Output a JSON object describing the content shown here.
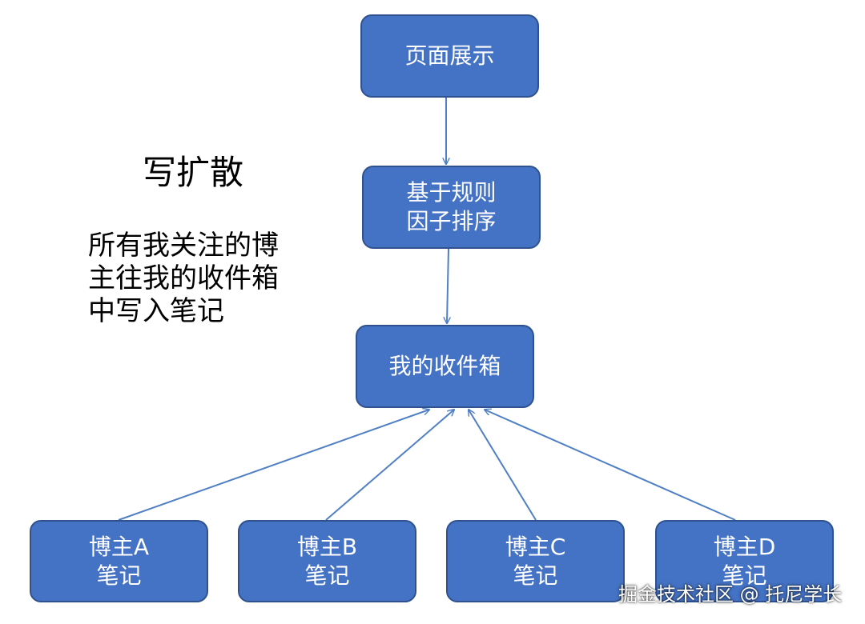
{
  "colors": {
    "node_fill": "#4472c4",
    "node_border": "#2f528f",
    "node_text": "#ffffff",
    "edge": "#4f7fc4"
  },
  "heading": "写扩散",
  "description": [
    "所有我关注的博",
    "主往我的收件箱",
    "中写入笔记"
  ],
  "nodes": {
    "page_display": {
      "lines": [
        "页面展示"
      ]
    },
    "rank": {
      "lines": [
        "基于规则",
        "因子排序"
      ]
    },
    "inbox": {
      "lines": [
        "我的收件箱"
      ]
    },
    "blogger_a": {
      "lines": [
        "博主A",
        "笔记"
      ]
    },
    "blogger_b": {
      "lines": [
        "博主B",
        "笔记"
      ]
    },
    "blogger_c": {
      "lines": [
        "博主C",
        "笔记"
      ]
    },
    "blogger_d": {
      "lines": [
        "博主D",
        "笔记"
      ]
    }
  },
  "edges": [
    [
      "page_display",
      "rank"
    ],
    [
      "rank",
      "inbox"
    ],
    [
      "blogger_a",
      "inbox"
    ],
    [
      "blogger_b",
      "inbox"
    ],
    [
      "blogger_c",
      "inbox"
    ],
    [
      "blogger_d",
      "inbox"
    ]
  ],
  "watermark": "掘金技术社区 @ 托尼学长"
}
